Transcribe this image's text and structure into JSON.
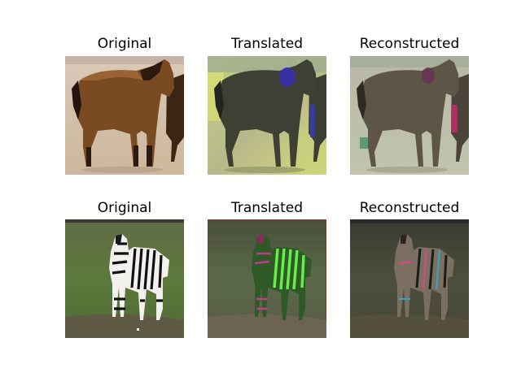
{
  "figure": {
    "rows": [
      {
        "subject": "horse",
        "panels": [
          {
            "title": "Original"
          },
          {
            "title": "Translated"
          },
          {
            "title": "Reconstructed"
          }
        ]
      },
      {
        "subject": "zebra",
        "panels": [
          {
            "title": "Original"
          },
          {
            "title": "Translated"
          },
          {
            "title": "Reconstructed"
          }
        ]
      }
    ]
  }
}
